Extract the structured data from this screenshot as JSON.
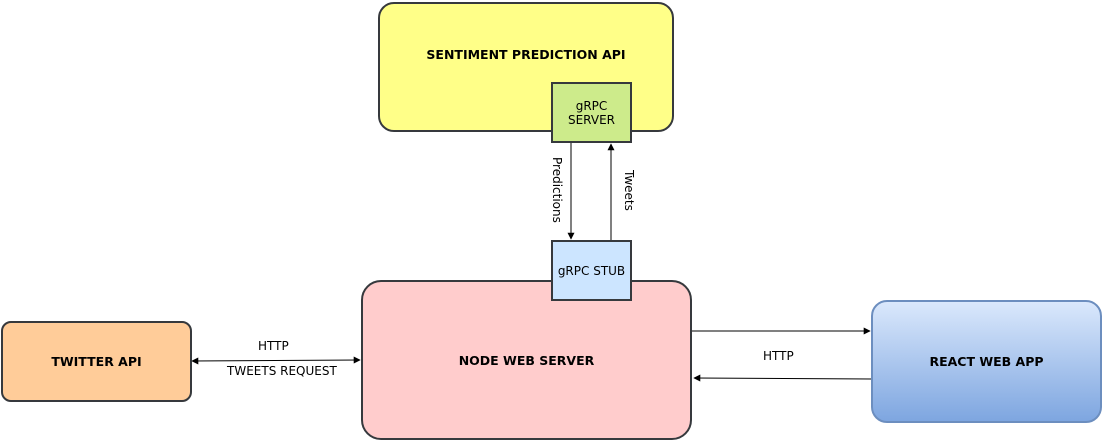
{
  "nodes": {
    "sentiment_api": "SENTIMENT PREDICTION API",
    "grpc_server_line1": "gRPC",
    "grpc_server_line2": "SERVER",
    "grpc_stub": "gRPC STUB",
    "node_server": "NODE WEB SERVER",
    "twitter_api": "TWITTER API",
    "react_app": "REACT WEB APP"
  },
  "edges": {
    "predictions": "Predictions",
    "tweets": "Tweets",
    "twitter_http": "HTTP",
    "tweets_request": "TWEETS REQUEST",
    "react_http": "HTTP"
  },
  "colors": {
    "sentiment_fill": "#ffff88",
    "grpc_server_fill": "#cdeb8b",
    "grpc_stub_fill": "#cce5ff",
    "node_fill": "#ffcccc",
    "twitter_fill": "#ffcc99",
    "react_top": "#dae8fc",
    "react_bottom": "#7ea6e0"
  }
}
